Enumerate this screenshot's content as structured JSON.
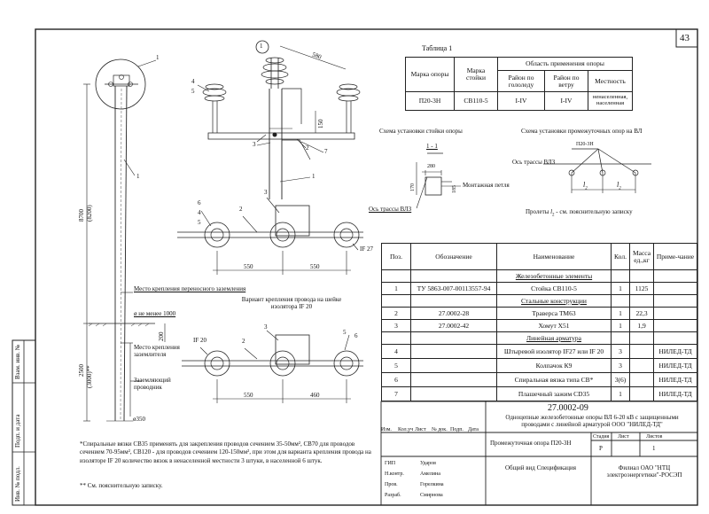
{
  "sheet": {
    "page_number": "43",
    "callout_number": "1"
  },
  "table1": {
    "title": "Таблица 1",
    "h_mark": "Марка опоры",
    "h_rack": "Марка стойки",
    "h_area": "Область применения опоры",
    "h_ice": "Район по гололеду",
    "h_wind": "Район по ветру",
    "h_terrain": "Местность",
    "row": {
      "mark": "П20-3Н",
      "rack": "СВ110-5",
      "ice": "I-IV",
      "wind": "I-IV",
      "terrain": "ненаселенная, населенная"
    }
  },
  "pole": {
    "dim_8700": "8700",
    "dim_8200": "(8200)",
    "dim_2500": "2500",
    "dim_3000": "(3000)**",
    "dim_200": "200",
    "grounding_top": "Место крепления переносного заземления",
    "diameter_min": "ø не менее 1000",
    "grounding_bottom": "Место крепления заземлителя",
    "conductor": "Заземляющий проводник",
    "diameter_350": "ø350",
    "label_1a": "1",
    "label_1b": "1"
  },
  "crossarm": {
    "dim_580": "580",
    "dim_150": "150",
    "labels": [
      "4",
      "5",
      "3",
      "2",
      "7",
      "1"
    ]
  },
  "section": {
    "title_scheme": "Схема установки стойки опоры",
    "title_cut": "1 - 1",
    "dim_280": "280",
    "dim_170": "170",
    "dim_185": "185",
    "mount_loop": "Монтажная петля",
    "route_axis": "Ось трассы ВЛЗ"
  },
  "scheme2": {
    "title": "Схема установки промежуточных опор на ВЛ",
    "mark": "П20-3Н",
    "route_axis": "Ось трассы ВЛЗ",
    "l2a": "l",
    "l2b": "l",
    "sub": "2",
    "spans_note_a": "Пролеты",
    "spans_note_b": "- см. пояснительную записку"
  },
  "insulator_top": {
    "labels": [
      "6",
      "4",
      "5",
      "2",
      "3"
    ],
    "if27": "IF 27",
    "dim_a": "550",
    "dim_b": "550"
  },
  "insulator_bottom": {
    "title": "Вариант крепления провода на шейке изолятора IF 20",
    "if20": "IF 20",
    "labels": [
      "2",
      "3",
      "5",
      "6"
    ],
    "dim_a": "550",
    "dim_b": "460"
  },
  "spec": {
    "headers": {
      "pos": "Поз.",
      "designation": "Обозначение",
      "name": "Наименование",
      "qty": "Кол.",
      "mass": "Масса ед.,кг",
      "note": "Приме-чание"
    },
    "sections": {
      "rc": "Железобетонные элементы",
      "steel": "Стальные конструкции",
      "fittings": "Линейная арматура"
    },
    "rows": [
      {
        "pos": "1",
        "designation": "ТУ 5863-007-00113557-94",
        "name": "Стойка СВ110-5",
        "qty": "1",
        "mass": "1125",
        "note": ""
      },
      {
        "pos": "2",
        "designation": "27.0002-28",
        "name": "Траверса ТМ63",
        "qty": "1",
        "mass": "22,3",
        "note": ""
      },
      {
        "pos": "3",
        "designation": "27.0002-42",
        "name": "Хомут Х51",
        "qty": "1",
        "mass": "1,9",
        "note": ""
      },
      {
        "pos": "4",
        "designation": "",
        "name": "Штыревой изолятор IF27 или IF 20",
        "qty": "3",
        "mass": "",
        "note": "НИЛЕД-ТД"
      },
      {
        "pos": "5",
        "designation": "",
        "name": "Колпачок К9",
        "qty": "3",
        "mass": "",
        "note": "НИЛЕД-ТД"
      },
      {
        "pos": "6",
        "designation": "",
        "name": "Спиральная вязка типа СВ*",
        "qty": "3(6)",
        "mass": "",
        "note": "НИЛЕД-ТД"
      },
      {
        "pos": "7",
        "designation": "",
        "name": "Плашечный зажим CD35",
        "qty": "1",
        "mass": "",
        "note": "НИЛЕД-ТД"
      }
    ]
  },
  "titleblock": {
    "code": "27.0002-09",
    "project": "Одноцепные железобетонные опоры ВЛ 6-20 кВ с защищенными проводами с линейной арматурой ООО \"НИЛЕД-ТД\"",
    "cols": [
      "Изм.",
      "Кол.уч",
      "Лист",
      "№ док.",
      "Подп.",
      "Дата"
    ],
    "sheet_name": "Промежуточная опора П20-3Н",
    "stage_h": "Стадия",
    "sheet_h": "Лист",
    "sheets_h": "Листов",
    "stage": "Р",
    "sheet": "",
    "sheets": "1",
    "doc_type": "Общий вид Спецификация",
    "org": "Филиал ОАО \"НТЦ электроэнергетики\"-РОСЭП",
    "roles": [
      {
        "role": "ГИП",
        "name": "Ударов"
      },
      {
        "role": "Н.контр.",
        "name": "Амелина"
      },
      {
        "role": "Пров.",
        "name": "Горелкина"
      },
      {
        "role": "Разраб.",
        "name": "Смирнова"
      }
    ]
  },
  "side_stamp": {
    "inv_orig": "Инв. № подл.",
    "sign_date": "Подп. и дата",
    "inv_repl": "Взам. инв. №"
  },
  "notes": {
    "n1": "*Спиральные вязки СВ35 применять для закрепления проводов сечением 35-50мм², СВ70 для проводов сечением 70-95мм², СВ120 - для проводов сечением 120-150мм², при этом для варианта крепления провода на изоляторе IF 20 количество вязок в ненаселенной местности 3 штуки, в населенной 6 штук.",
    "n2": "** См. пояснительную записку."
  }
}
